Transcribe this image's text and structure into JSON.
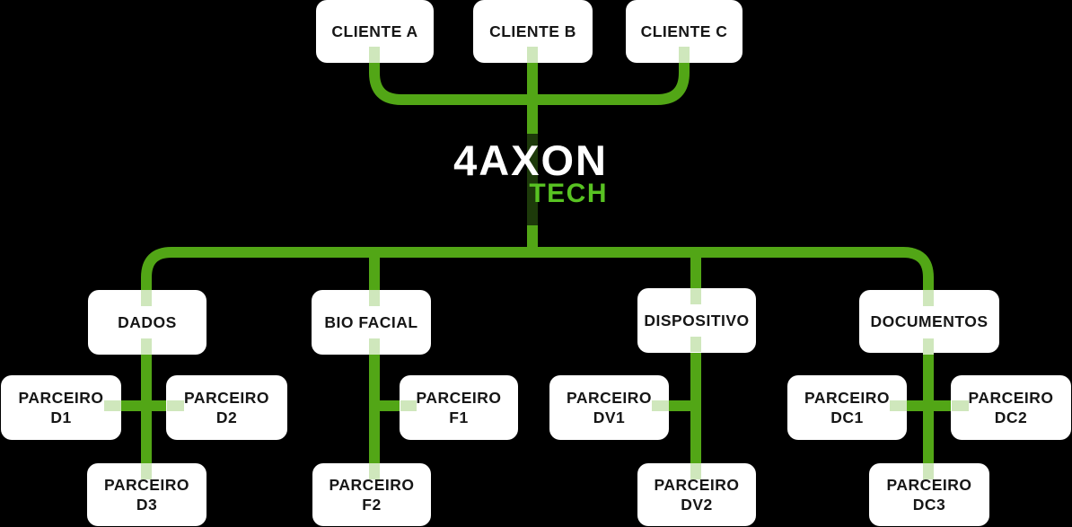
{
  "colors": {
    "background": "#000000",
    "line_green": "#52a616",
    "stub_green": "#cfe7bc",
    "dark_green": "#1d3a0a",
    "logo_green": "#58c222",
    "box_bg": "#ffffff",
    "text_dark": "#161616",
    "brand_white": "#ffffff"
  },
  "logo": {
    "brand": "4AXON",
    "sub": "TECH"
  },
  "clients": [
    {
      "label": "CLIENTE A"
    },
    {
      "label": "CLIENTE B"
    },
    {
      "label": "CLIENTE C"
    }
  ],
  "branches": [
    {
      "category": "DADOS",
      "partners": [
        {
          "line1": "PARCEIRO",
          "line2": "D1"
        },
        {
          "line1": "PARCEIRO",
          "line2": "D2"
        },
        {
          "line1": "PARCEIRO",
          "line2": "D3"
        }
      ]
    },
    {
      "category": "BIO FACIAL",
      "partners": [
        {
          "line1": "PARCEIRO",
          "line2": "F1"
        },
        {
          "line1": "PARCEIRO",
          "line2": "F2"
        }
      ]
    },
    {
      "category": "DISPOSITIVO",
      "partners": [
        {
          "line1": "PARCEIRO",
          "line2": "DV1"
        },
        {
          "line1": "PARCEIRO",
          "line2": "DV2"
        }
      ]
    },
    {
      "category": "DOCUMENTOS",
      "partners": [
        {
          "line1": "PARCEIRO",
          "line2": "DC1"
        },
        {
          "line1": "PARCEIRO",
          "line2": "DC2"
        },
        {
          "line1": "PARCEIRO",
          "line2": "DC3"
        }
      ]
    }
  ]
}
